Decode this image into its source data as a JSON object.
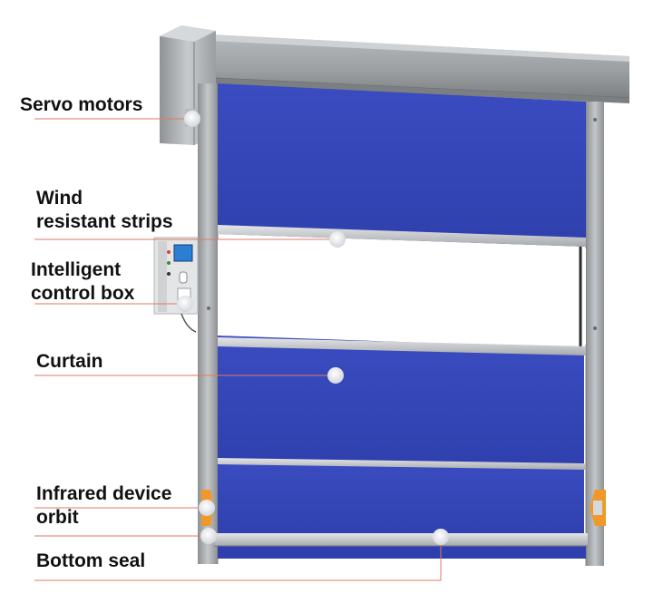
{
  "colors": {
    "curtain": "#3345b8",
    "curtain_shade": "#2a3aa2",
    "frame": "#a9acae",
    "frame_dark": "#8b8e90",
    "strip": "#c9ccd0",
    "accent_orange": "#f0992a",
    "leader_line": "#e07a60",
    "marker": "#e9ebef",
    "control_box": "#e6e7e8",
    "screen": "#2a7fd4"
  },
  "callouts": [
    {
      "id": "servo-motors",
      "lines": [
        "Servo motors"
      ]
    },
    {
      "id": "wind-resistant-strips",
      "lines": [
        "Wind",
        "resistant strips"
      ]
    },
    {
      "id": "intelligent-control-box",
      "lines": [
        "Intelligent",
        "control box"
      ]
    },
    {
      "id": "curtain",
      "lines": [
        "Curtain"
      ]
    },
    {
      "id": "infrared-device-orbit",
      "lines": [
        "Infrared device",
        "orbit"
      ]
    },
    {
      "id": "bottom-seal",
      "lines": [
        "Bottom seal"
      ]
    }
  ]
}
